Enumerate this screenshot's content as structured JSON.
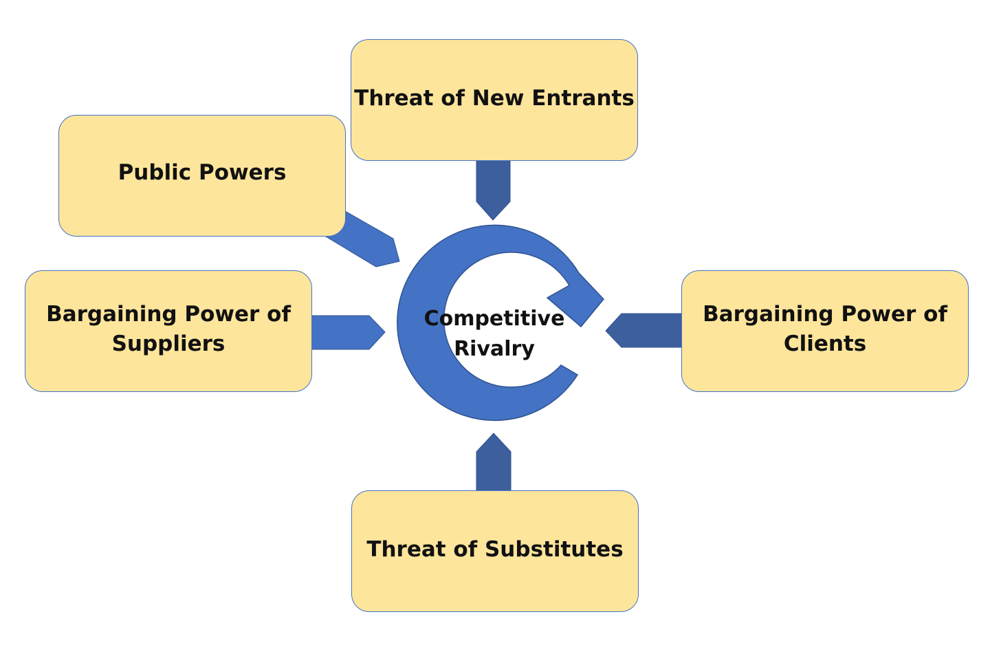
{
  "diagram": {
    "center": {
      "label": "Competitive\nRivalry"
    },
    "forces": {
      "new_entrants": "Threat of New Entrants",
      "public_powers": "Public Powers",
      "suppliers": "Bargaining Power of\nSuppliers",
      "clients": "Bargaining Power of\nClients",
      "substitutes": "Threat of Substitutes"
    }
  },
  "colors": {
    "box_fill": "#fde59c",
    "box_border": "#4472c4",
    "arrow_fill": "#4472c4",
    "arrow_dark": "#3d5f9e",
    "text": "#111111"
  }
}
